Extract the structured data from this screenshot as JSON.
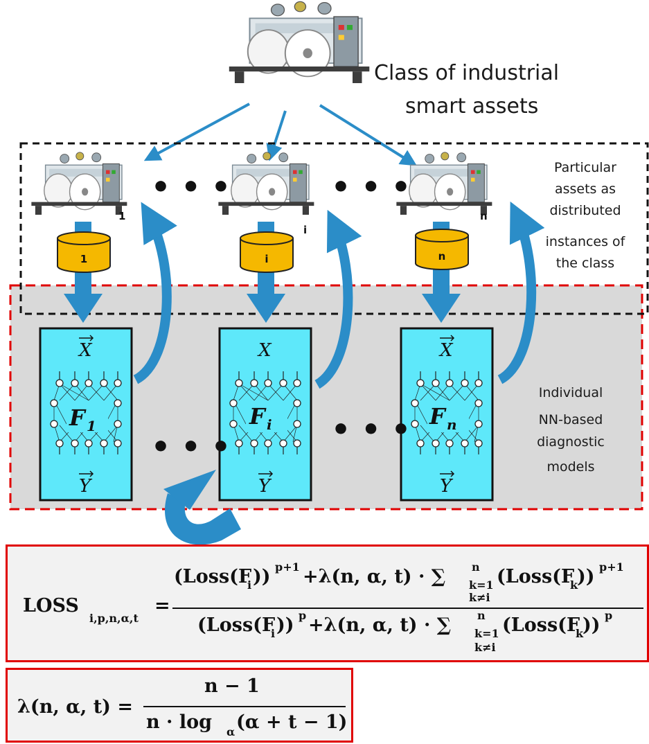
{
  "header": {
    "class_title_line1": "Class of industrial",
    "class_title_line2": "smart assets"
  },
  "instances_panel": {
    "label_lines": [
      "Particular",
      "assets as",
      "distributed",
      "instances of",
      "the class"
    ],
    "ellipsis": "• • •",
    "assets": [
      {
        "index": "1",
        "db_label": "1"
      },
      {
        "index": "i",
        "db_label": "i"
      },
      {
        "index": "n",
        "db_label": "n"
      }
    ]
  },
  "models_panel": {
    "label_lines": [
      "Individual",
      "NN-based",
      "diagnostic",
      "models"
    ],
    "input_symbol": "X",
    "output_symbol": "Y",
    "ellipsis": "• • •",
    "models": [
      {
        "name": "F",
        "subscript": "1"
      },
      {
        "name": "F",
        "subscript": "i"
      },
      {
        "name": "F",
        "subscript": "n"
      }
    ]
  },
  "loss_formula": {
    "lhs": "LOSS",
    "lhs_subscript": "i,p,n,α,t",
    "equals": "=",
    "numerator_left": "(Loss(F",
    "numerator_left_sub": "i",
    "numerator_left_close": "))",
    "numerator_left_exp": "p+1",
    "numerator_mid": "+λ(n, α, t) · ∑",
    "sum_upper": "n",
    "sum_lower": "k=1",
    "numerator_right": "(Loss(F",
    "numerator_right_sub": "k",
    "numerator_right_close": "))",
    "numerator_right_exp": "p+1",
    "numerator_condition": "k≠i",
    "denominator_left": "(Loss(F",
    "denominator_left_sub": "i",
    "denominator_left_close": "))",
    "denominator_left_exp": "p",
    "denominator_mid": "+λ(n, α, t) · ∑",
    "denominator_right": "(Loss(F",
    "denominator_right_sub": "k",
    "denominator_right_close": "))",
    "denominator_right_exp": "p",
    "denominator_condition": "k≠i"
  },
  "lambda_formula": {
    "lhs": "λ(n, α, t) =",
    "numerator": "n − 1",
    "denominator_prefix": "n · log",
    "denominator_sub": "α",
    "denominator_suffix": "(α + t − 1)"
  },
  "colors": {
    "arrow_blue": "#2b8dc8",
    "model_fill": "#5ee8fa",
    "db_gold": "#f5b800",
    "red_dash": "#e00000",
    "panel_gray": "#d9d9d9"
  }
}
